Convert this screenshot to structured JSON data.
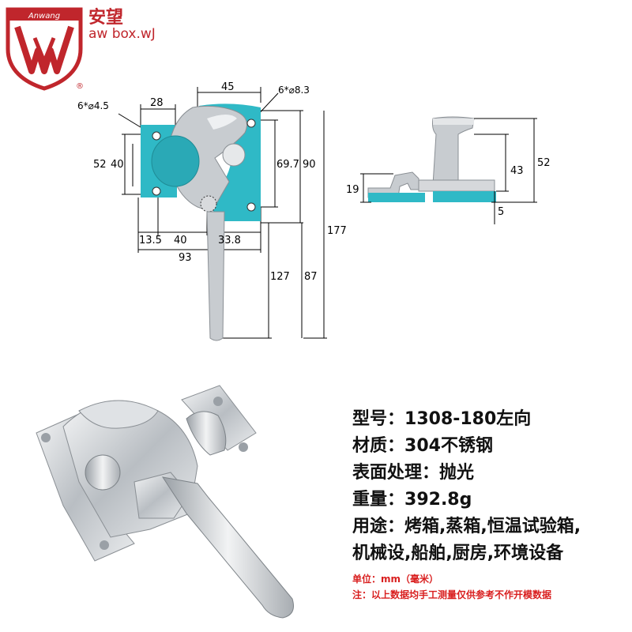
{
  "brand": {
    "logo_text": "Anwang",
    "name_cn": "安望",
    "name_en": "aw box.wJ",
    "registered_mark": "®"
  },
  "drawing": {
    "left_view": {
      "hole_small": "6*⌀4.5",
      "hole_large": "6*⌀8.3",
      "dims": {
        "d28": "28",
        "d45": "45",
        "d52": "52",
        "d40v": "40",
        "d69_7": "69.7",
        "d90": "90",
        "d177": "177",
        "d13_5": "13.5",
        "d40h": "40",
        "d33_8": "33.8",
        "d93": "93",
        "d127": "127",
        "d87": "87"
      }
    },
    "side_view": {
      "dims": {
        "d19": "19",
        "d43": "43",
        "d52": "52",
        "d5": "5"
      }
    }
  },
  "specs": [
    {
      "label": "型号：",
      "value": "1308-180左向"
    },
    {
      "label": "材质：",
      "value": "304不锈钢"
    },
    {
      "label": "表面处理：",
      "value": "抛光"
    },
    {
      "label": "重量：",
      "value": "392.8g"
    },
    {
      "label": "用途：",
      "value": "烤箱,蒸箱,恒温试验箱,"
    },
    {
      "label": "",
      "value": "机械设,船舶,厨房,环境设备"
    }
  ],
  "notes": {
    "unit": "单位：mm（毫米）",
    "disclaimer": "注：以上数据均手工测量仅供参考不作开模数据"
  },
  "colors": {
    "brand_red": "#c0262c",
    "teal": "#2fb9c6",
    "metal": "#c8ccd0",
    "note_red": "#d91f1f"
  }
}
